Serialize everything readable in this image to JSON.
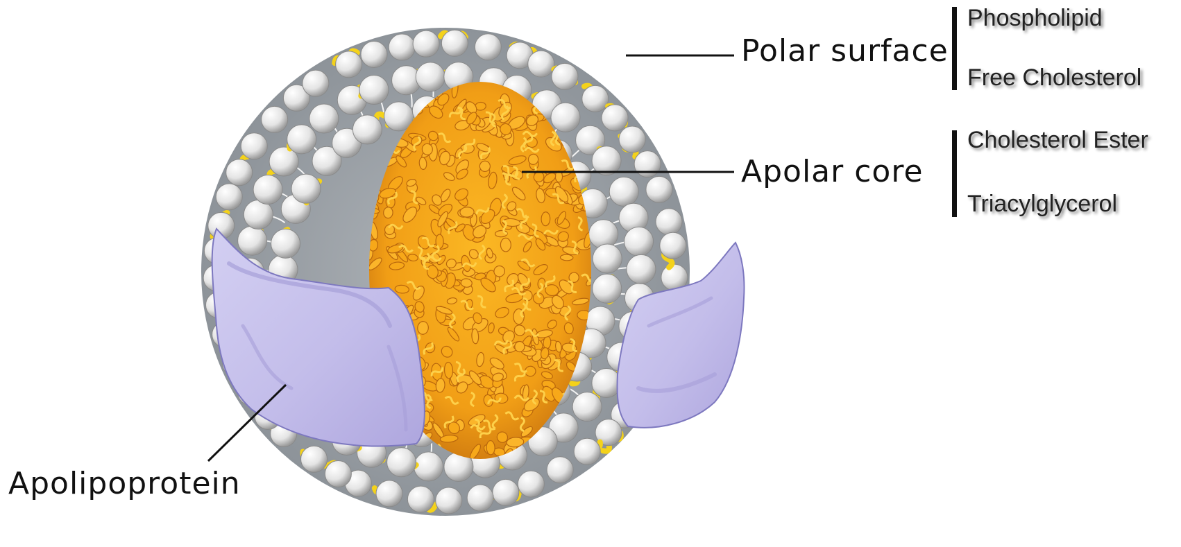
{
  "labels": {
    "polar_surface": "Polar surface",
    "apolar_core": "Apolar core",
    "apolipoprotein": "Apolipoprotein"
  },
  "polar_surface_components": [
    "Phospholipid",
    "Free Cholesterol"
  ],
  "apolar_core_components": [
    "Cholesterol Ester",
    "Triacylglycerol"
  ],
  "colors": {
    "phospholipid_head": "#e6e6e6",
    "phospholipid_tail": "#c8ccd0",
    "cholesterol": "#f4d21a",
    "core_fill": "#f3a51a",
    "core_dark": "#b8660d",
    "apolipoprotein": "#c7c2ec",
    "apolipoprotein_edge": "#7d78bf",
    "leader_line": "#111111"
  }
}
